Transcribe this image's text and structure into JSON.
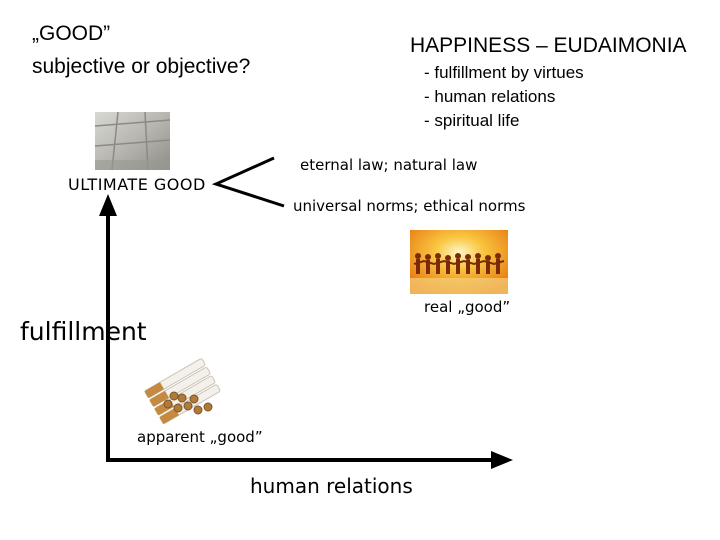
{
  "title": {
    "line1": "„GOOD”",
    "line2": "subjective or objective?"
  },
  "happiness": {
    "title": "HAPPINESS – EUDAIMONIA",
    "items": [
      "- fulfillment by virtues",
      "- human relations",
      "- spiritual life"
    ]
  },
  "labels": {
    "ultimate_good": "ULTIMATE GOOD",
    "eternal_law": "eternal law; natural law",
    "universal_norms": "universal norms; ethical norms",
    "real_good": "real „good”",
    "fulfillment": "fulfillment",
    "apparent_good": "apparent „good”",
    "human_relations": "human relations"
  },
  "colors": {
    "axis": "#000000",
    "crowd_background": "#f2a21c"
  }
}
